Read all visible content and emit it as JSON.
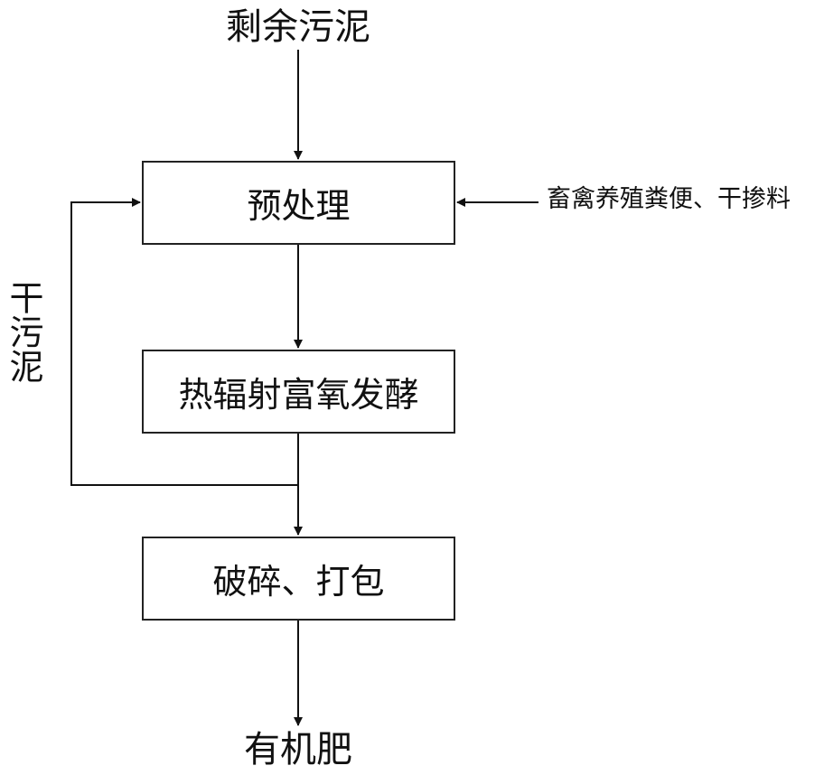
{
  "diagram": {
    "input_top": "剩余污泥",
    "output_bottom": "有机肥",
    "steps": {
      "pretreatment": "预处理",
      "fermentation": "热辐射富氧发酵",
      "crushing": "破碎、打包"
    },
    "side_input": "畜禽养殖粪便、干掺料",
    "recycle_label": "干污泥"
  }
}
